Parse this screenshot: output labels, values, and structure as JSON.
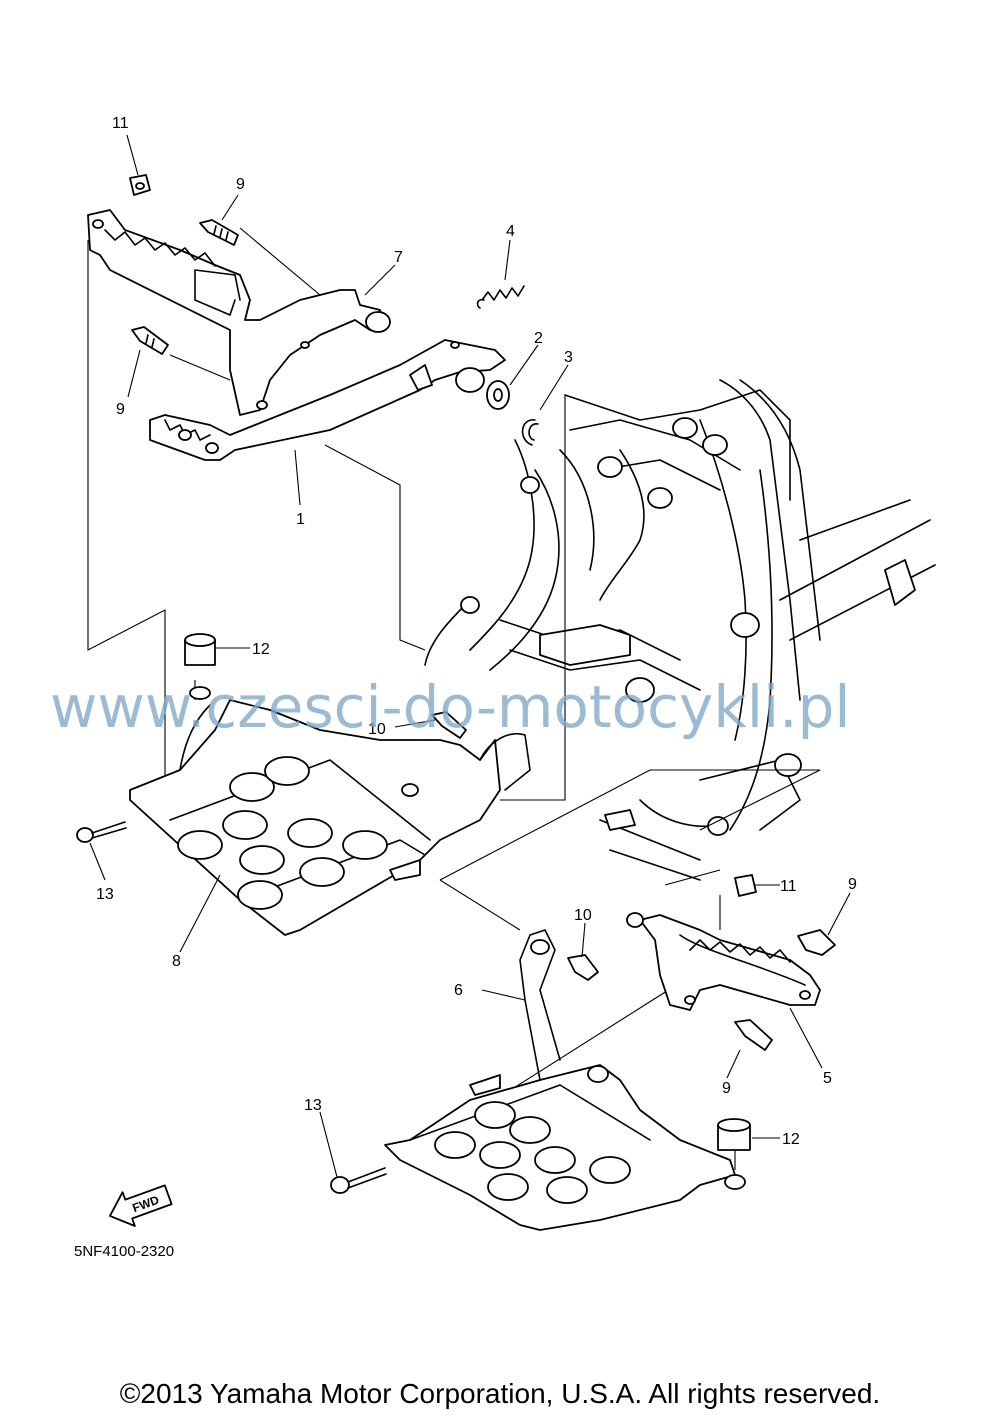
{
  "callouts": {
    "c11a": "11",
    "c9a": "9",
    "c4": "4",
    "c7": "7",
    "c2": "2",
    "c3": "3",
    "c9b": "9",
    "c1": "1",
    "c12a": "12",
    "c10a": "10",
    "c13a": "13",
    "c8": "8",
    "c11b": "11",
    "c9c": "9",
    "c10b": "10",
    "c6": "6",
    "c5": "5",
    "c9d": "9",
    "c13b": "13",
    "c12b": "12"
  },
  "fwd_label": "FWD",
  "diagram_code": "5NF4100-2320",
  "watermark": "www.czesci-do-motocykli.pl",
  "copyright": "©2013 Yamaha Motor Corporation, U.S.A. All rights reserved.",
  "colors": {
    "line": "#000000",
    "watermark": "#7fa8c8",
    "background": "#ffffff"
  }
}
